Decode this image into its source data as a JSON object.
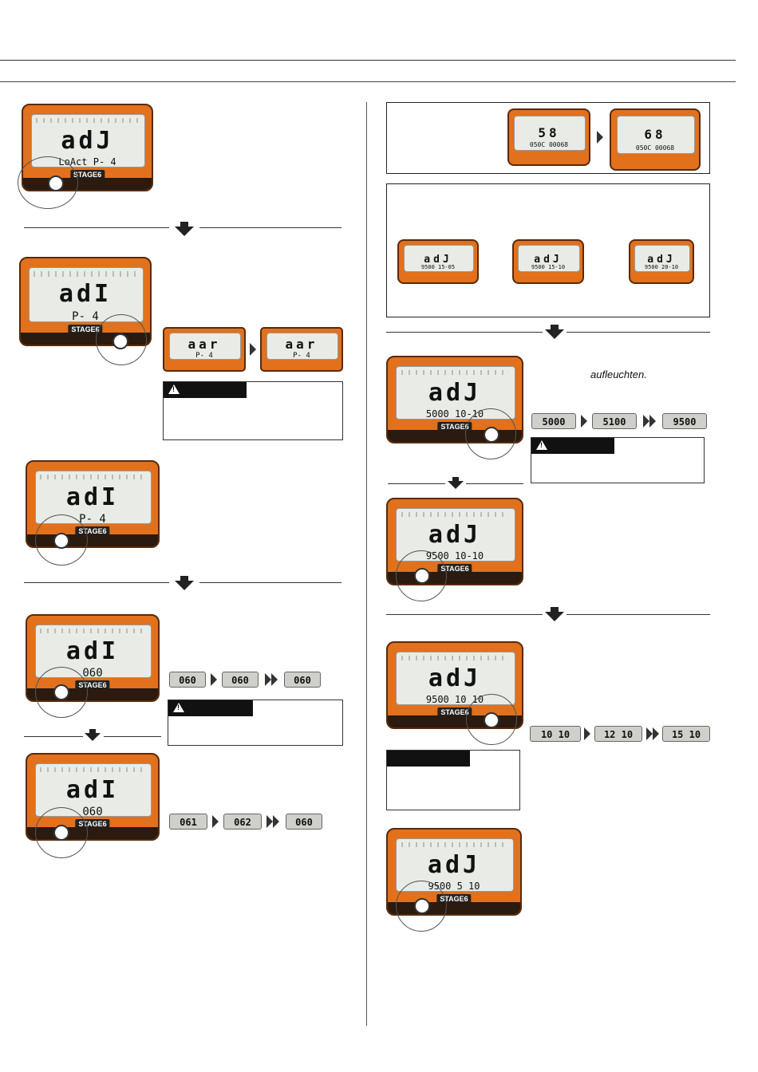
{
  "page": {
    "caption": "aufleuchten."
  },
  "left": {
    "d1": {
      "main": "adJ",
      "sub": "LoAct  P- 4",
      "brand": "STAGE6"
    },
    "d2": {
      "main": "adI",
      "sub": "P-  4",
      "brand": "STAGE6"
    },
    "strip2": [
      {
        "main": "aar",
        "sub": "P-  4"
      },
      {
        "main": "aar",
        "sub": "P-  4"
      }
    ],
    "d3": {
      "main": "adI",
      "sub": "P-  4",
      "brand": "STAGE6"
    },
    "d4": {
      "main": "adI",
      "sub": "060",
      "brand": "STAGE6"
    },
    "strip4": [
      "060",
      "060",
      "060"
    ],
    "d5": {
      "main": "adI",
      "sub": "060",
      "brand": "STAGE6"
    },
    "strip5": [
      "061",
      "062",
      "060"
    ]
  },
  "right": {
    "top": [
      {
        "main": "58",
        "sub": "050C 00068"
      },
      {
        "main": "68",
        "sub": "050C 00068"
      }
    ],
    "row": [
      {
        "main": "adJ",
        "sub": "9500 15-05"
      },
      {
        "main": "adJ",
        "sub": "9500 15-10"
      },
      {
        "main": "adJ",
        "sub": "9500 20-10"
      }
    ],
    "d1": {
      "main": "adJ",
      "sub": "5000  10-10",
      "brand": "STAGE6"
    },
    "strip1": [
      "5000",
      "5100",
      "9500"
    ],
    "d2": {
      "main": "adJ",
      "sub": "9500  10-10",
      "brand": "STAGE6"
    },
    "d3": {
      "main": "adJ",
      "sub": "9500  10  10",
      "brand": "STAGE6"
    },
    "strip3": [
      "10  10",
      "12  10",
      "15  10"
    ],
    "d4": {
      "main": "adJ",
      "sub": "9500  5  10",
      "brand": "STAGE6"
    }
  }
}
